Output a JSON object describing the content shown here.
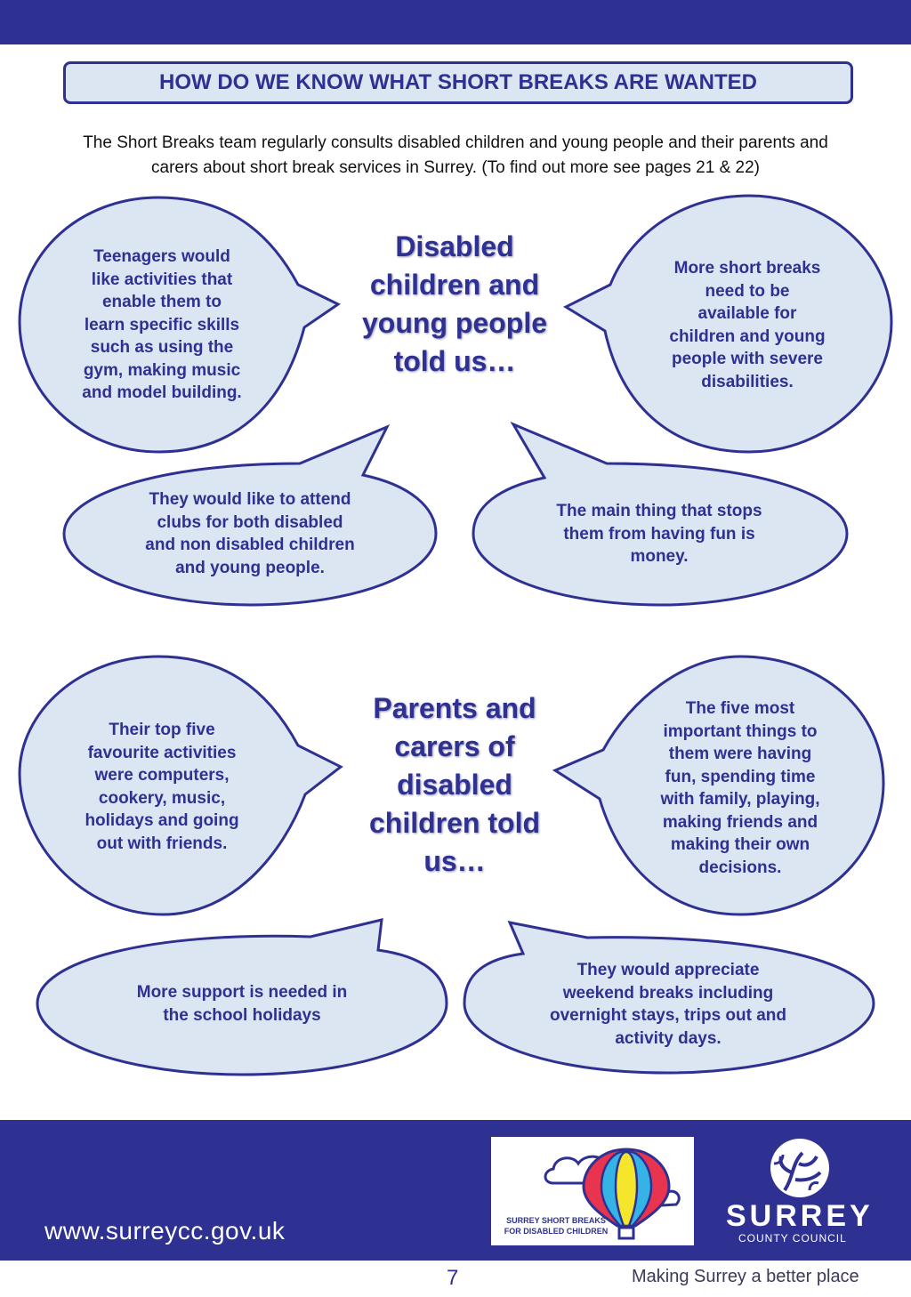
{
  "page": {
    "title": "HOW DO WE KNOW WHAT SHORT BREAKS ARE WANTED",
    "intro_line1": "The Short Breaks team regularly consults disabled children and young people and their parents and",
    "intro_line2": "carers about short break services in Surrey.  (To find out more see pages 21 & 22)"
  },
  "section_children": {
    "heading_lines": [
      "Disabled",
      "children and",
      "young people",
      "told us…"
    ],
    "bubbles": [
      {
        "lines": [
          "Teenagers would",
          "like activities that",
          "enable them to",
          "learn specific skills",
          "such as using the",
          "gym, making music",
          "and model building."
        ]
      },
      {
        "lines": [
          "More short breaks",
          "need to be",
          "available for",
          "children and young",
          "people with severe",
          "disabilities."
        ]
      },
      {
        "lines": [
          "They would like to attend",
          "clubs for both disabled",
          "and non disabled children",
          "and young people."
        ]
      },
      {
        "lines": [
          "The main thing that stops",
          "them from having fun is",
          "money."
        ]
      }
    ]
  },
  "section_parents": {
    "heading_lines": [
      "Parents and",
      "carers of",
      "disabled",
      "children told",
      "us…"
    ],
    "bubbles": [
      {
        "lines": [
          "Their top five",
          "favourite activities",
          "were computers,",
          "cookery, music,",
          "holidays and going",
          "out with friends."
        ]
      },
      {
        "lines": [
          "The five most",
          "important things to",
          "them were having",
          "fun, spending time",
          "with family, playing,",
          "making friends and",
          "making their own",
          "decisions."
        ]
      },
      {
        "lines": [
          "More support is needed in",
          "the school holidays"
        ]
      },
      {
        "lines": [
          "They would appreciate",
          "weekend breaks including",
          "overnight stays, trips out and",
          "activity days."
        ]
      }
    ]
  },
  "footer": {
    "url": "www.surreycc.gov.uk",
    "logo_caption_line1": "SURREY SHORT BREAKS",
    "logo_caption_line2": "FOR DISABLED CHILDREN",
    "council_name": "SURREY",
    "council_sub": "COUNTY COUNCIL",
    "page_number": "7",
    "tagline": "Making Surrey a better place"
  },
  "colors": {
    "brand_blue": "#2e3192",
    "bubble_fill": "#dce6f2",
    "balloon_red": "#e8344e",
    "balloon_cyan": "#36b3e6",
    "balloon_yellow": "#f5e52b"
  }
}
